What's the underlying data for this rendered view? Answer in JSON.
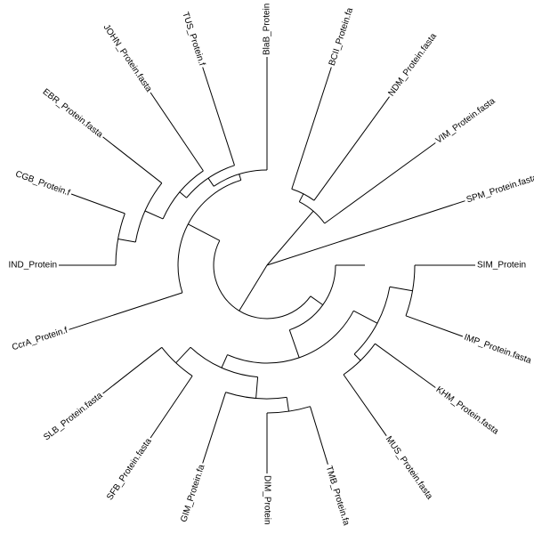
{
  "tree": {
    "layout": "circular",
    "rooted": true,
    "line_color": "#000000",
    "background": "#ffffff",
    "tips": [
      {
        "id": "sim",
        "label": "SIM_Protein"
      },
      {
        "id": "imp",
        "label": "IMP_Protein.fasta"
      },
      {
        "id": "khm",
        "label": "KHM_Protein.fasta"
      },
      {
        "id": "mus",
        "label": "MUS_Protein.fasta"
      },
      {
        "id": "tmb",
        "label": "TMB_Protein.fa"
      },
      {
        "id": "dim",
        "label": "DIM_Protein"
      },
      {
        "id": "gim",
        "label": "GIM_Protein.fa"
      },
      {
        "id": "sfb",
        "label": "SFB_Protein.fasta"
      },
      {
        "id": "slb",
        "label": "SLB_Protein.fasta"
      },
      {
        "id": "cra",
        "label": "CcrA_Protein.f"
      },
      {
        "id": "ind",
        "label": "IND_Protein"
      },
      {
        "id": "cgb",
        "label": "CGB_Protein.f"
      },
      {
        "id": "ebr",
        "label": "EBR_Protein.fasta"
      },
      {
        "id": "jon",
        "label": "JOHN_Protein.fasta"
      },
      {
        "id": "tus",
        "label": "TUS_Protein.f"
      },
      {
        "id": "bla",
        "label": "BlaB_Protein"
      },
      {
        "id": "bci",
        "label": "BCII_Protein.fa"
      },
      {
        "id": "ndm",
        "label": "NDM_Protein.fasta"
      },
      {
        "id": "vim",
        "label": "VIM_Protein.fasta"
      },
      {
        "id": "spm",
        "label": "SPM_Protein.fasta"
      }
    ]
  }
}
